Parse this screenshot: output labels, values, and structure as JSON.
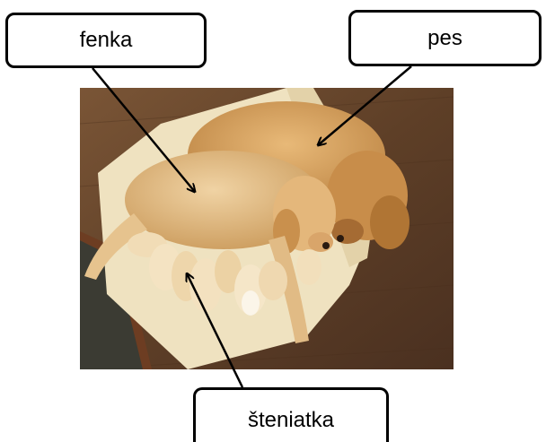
{
  "labels": {
    "fenka": "fenka",
    "pes": "pes",
    "steniatka": "šteniatka"
  },
  "image": {
    "subject": "golden-retriever-family-photo"
  },
  "colors": {
    "floor_wood": "#6b4a30",
    "blanket": "#efe2c0",
    "dog_fur": "#d9a96a",
    "stroke": "#000000"
  }
}
